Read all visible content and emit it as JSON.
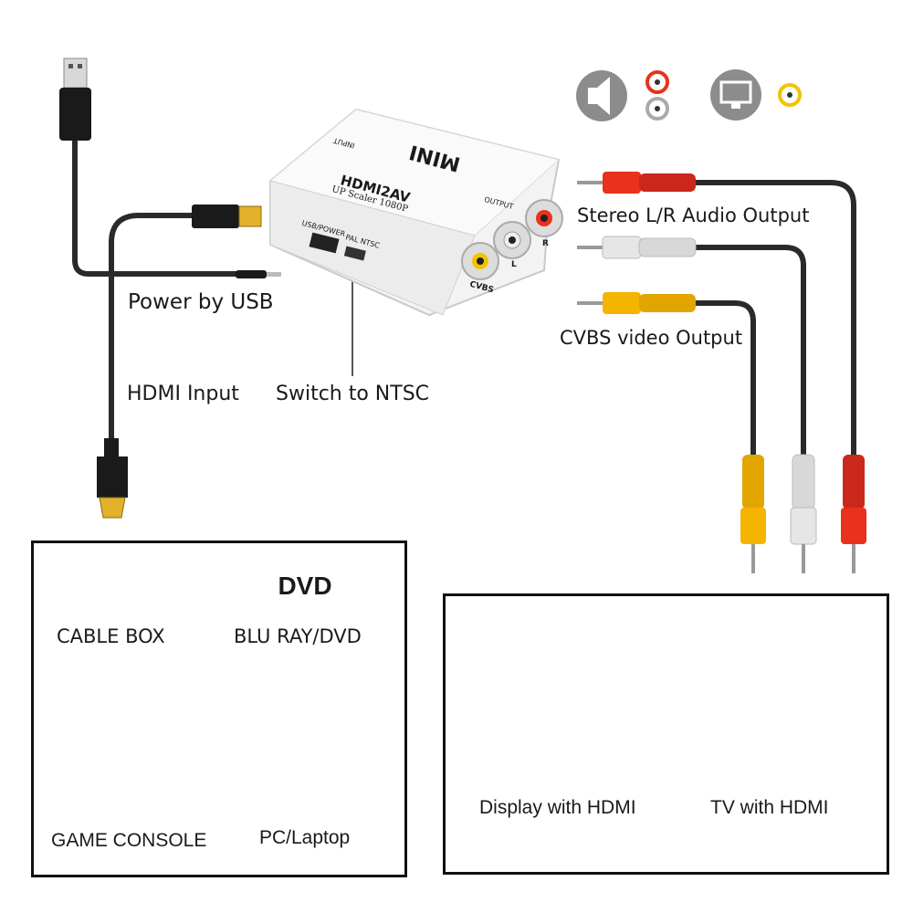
{
  "labels": {
    "power_by_usb": "Power by USB",
    "hdmi_input": "HDMI Input",
    "switch_to_ntsc": "Switch to NTSC",
    "stereo_output": "Stereo L/R Audio Output",
    "cvbs_output": "CVBS video Output"
  },
  "device": {
    "brand": "MINI",
    "model": "HDMI2AV",
    "subtitle": "UP Scaler 1080P",
    "input_label": "INPUT",
    "output_label": "OUTPUT",
    "port_label": "USB/POWER",
    "switch_label": "PAL  NTSC",
    "jack_cvbs": "CVBS",
    "jack_l": "L",
    "jack_r": "R"
  },
  "sources": {
    "cable_box": "CABLE BOX",
    "dvd_badge": "DVD",
    "blu_ray": "BLU RAY/DVD",
    "game_console": "GAME CONSOLE",
    "pc": "PC/Laptop"
  },
  "outputs": {
    "display": "Display with HDMI",
    "tv": "TV with HDMI"
  },
  "icons": [
    "speaker-icon",
    "audio-jacks-icon",
    "monitor-icon",
    "video-jack-icon",
    "usb-plug-icon",
    "hdmi-plug-icon",
    "cable-box-icon",
    "dvd-icon",
    "game-console-icon",
    "gamepad-icon",
    "pc-icon",
    "display-icon",
    "tv-icon"
  ],
  "colors": {
    "rca_red": "#e8321c",
    "rca_white": "#e6e6e6",
    "rca_yellow": "#f5b400",
    "cable": "#2a2a2a"
  }
}
